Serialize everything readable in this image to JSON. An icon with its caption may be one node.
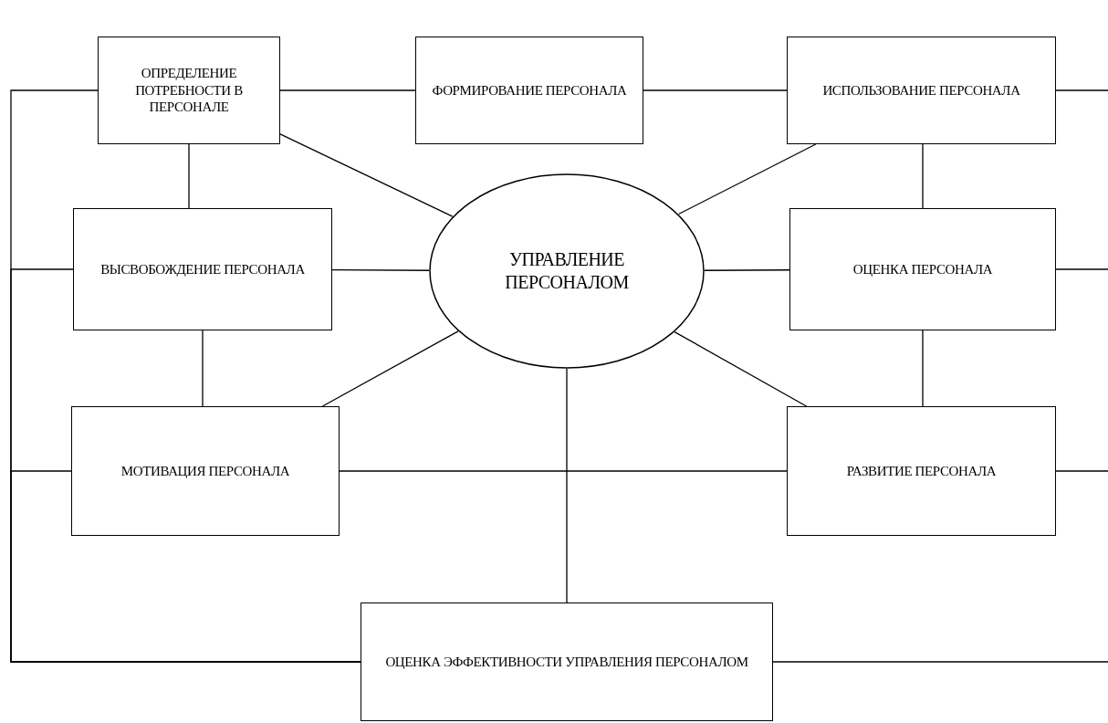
{
  "diagram": {
    "nodes": [
      {
        "text": [
          "ОПРЕДЕЛЕНИЕ ПОТРЕБНОСТИ В ПЕРСОНАЛЕ"
        ]
      },
      {
        "text": [
          "ФОРМИРОВАНИЕ ПЕРСОНАЛА"
        ]
      },
      {
        "text": [
          "ИСПОЛЬЗОВАНИЕ ПЕРСОНАЛА"
        ]
      },
      {
        "text": [
          "ВЫСВОБОЖДЕНИЕ ПЕРСОНАЛА"
        ]
      },
      {
        "text": [
          "УПРАВЛЕНИЕ ПЕРСОНАЛОМ"
        ]
      },
      {
        "text": [
          "ОЦЕНКА ПЕРСОНАЛА"
        ]
      },
      {
        "text": [
          "МОТИВАЦИЯ ПЕРСОНАЛА"
        ]
      },
      {
        "text": [
          "РАЗВИТИЕ ПЕРСОНАЛА"
        ]
      },
      {
        "text": [
          "ОЦЕНКА ЭФФЕКТИВНОСТИ УПРАВЛЕНИЯ ПЕРСОНАЛОМ"
        ]
      }
    ],
    "edges": [
      {
        "from": 0,
        "to": 1,
        "arrow": "none"
      },
      {
        "from": 1,
        "to": 2,
        "arrow": "none"
      },
      {
        "from": 0,
        "to": 4,
        "arrow": "none"
      },
      {
        "from": 2,
        "to": 4,
        "arrow": "none"
      },
      {
        "from": 0,
        "to": 3,
        "arrow": "none"
      },
      {
        "from": 2,
        "to": 5,
        "arrow": "none"
      },
      {
        "from": 3,
        "to": 4,
        "arrow": "none"
      },
      {
        "from": 4,
        "to": 5,
        "arrow": "none"
      },
      {
        "from": 3,
        "to": 6,
        "arrow": "none"
      },
      {
        "from": 5,
        "to": 7,
        "arrow": "none"
      },
      {
        "from": 4,
        "to": 6,
        "arrow": "none"
      },
      {
        "from": 4,
        "to": 7,
        "arrow": "none"
      },
      {
        "from": 6,
        "to": 7,
        "arrow": "none"
      },
      {
        "from": 4,
        "to": 8,
        "arrow": "none"
      },
      {
        "from": 0,
        "to": 8,
        "arrow": "none"
      },
      {
        "from": 3,
        "to": 8,
        "arrow": "none"
      },
      {
        "from": 6,
        "to": 8,
        "arrow": "none"
      },
      {
        "from": 2,
        "to": null,
        "arrow": "none"
      },
      {
        "from": 5,
        "to": null,
        "arrow": "none"
      },
      {
        "from": 7,
        "to": null,
        "arrow": "none"
      },
      {
        "from": 8,
        "to": null,
        "arrow": "none"
      }
    ]
  }
}
